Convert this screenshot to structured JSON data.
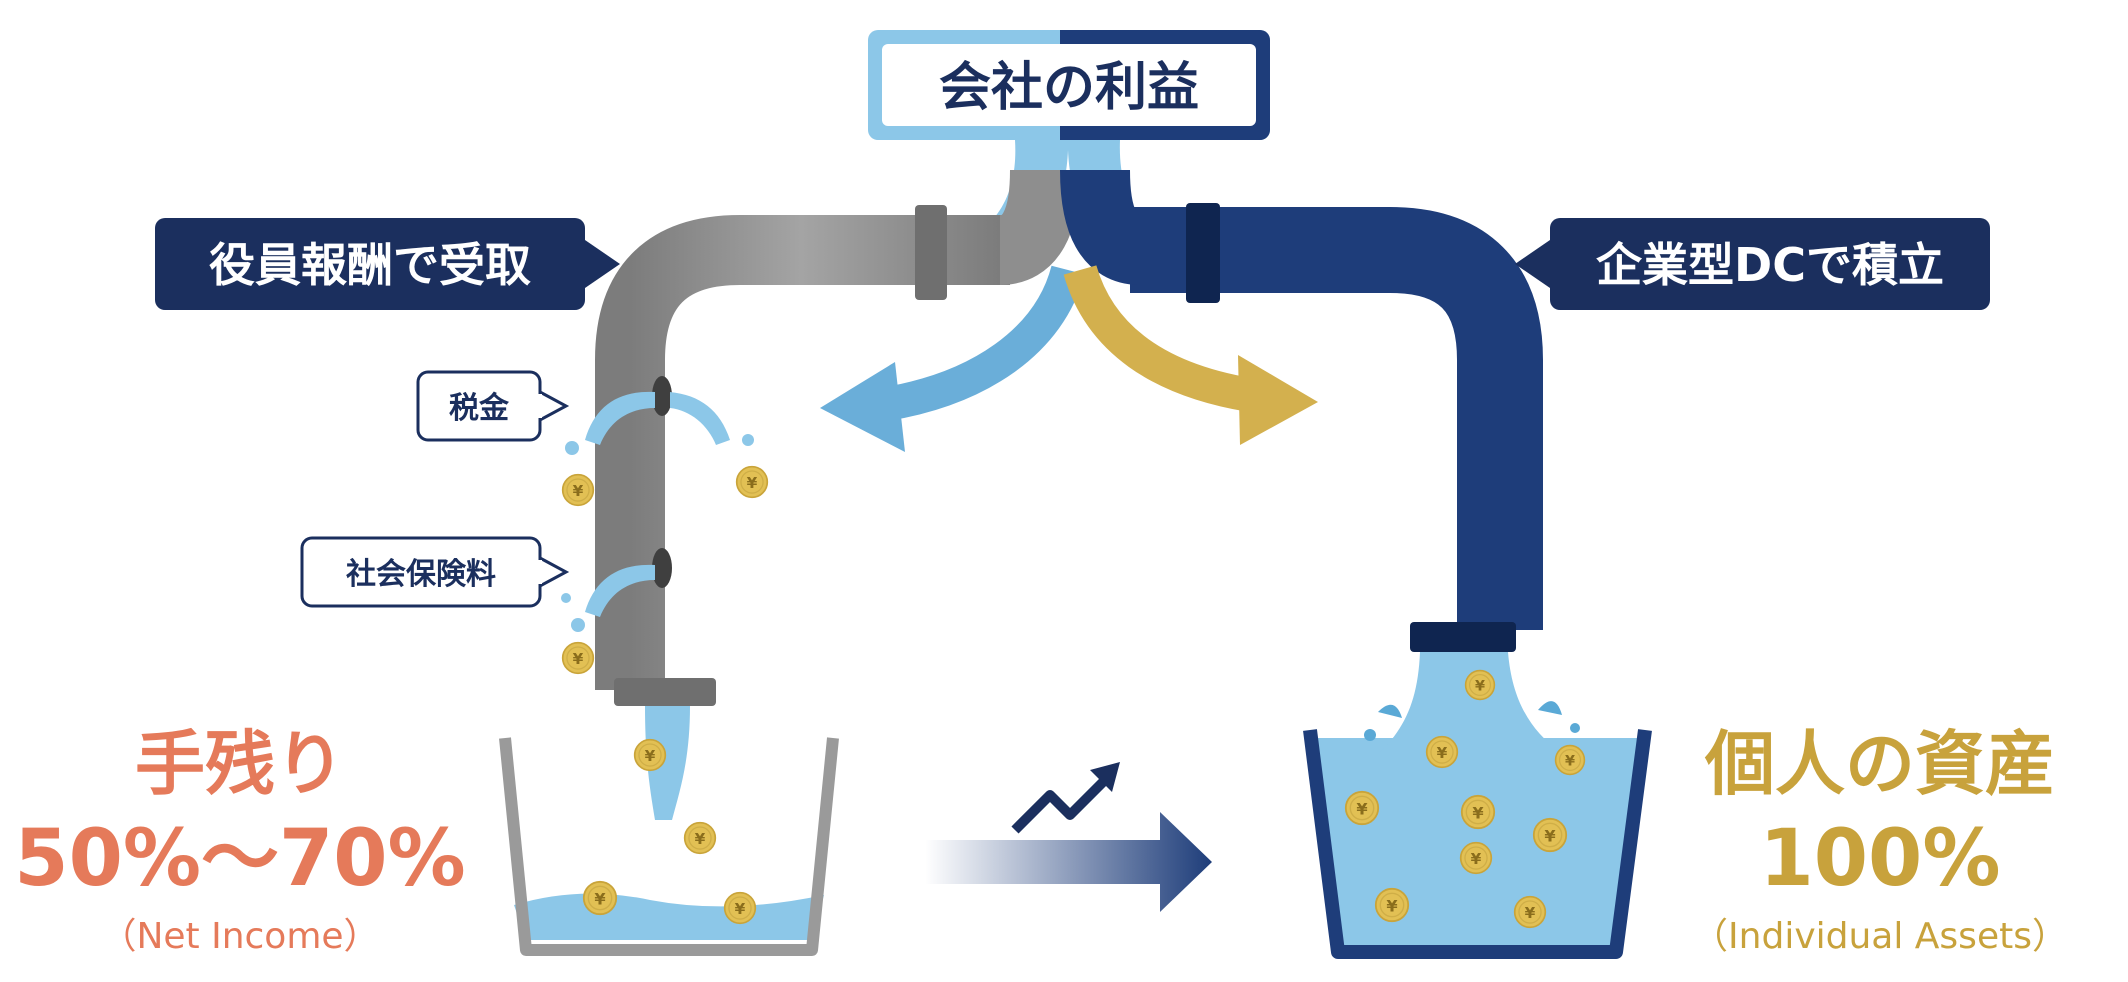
{
  "source": {
    "label": "会社の利益"
  },
  "left_route": {
    "label": "役員報酬で受取",
    "leaks": [
      {
        "label": "税金"
      },
      {
        "label": "社会保険料"
      }
    ],
    "result": {
      "title": "手残り",
      "value": "50%〜70%",
      "caption": "（Net Income）"
    }
  },
  "right_route": {
    "label": "企業型DCで積立",
    "result": {
      "title": "個人の資産",
      "value": "100%",
      "caption": "（Individual Assets）"
    }
  },
  "colors": {
    "water": "#8cc7e8",
    "water_dark": "#5aa9d6",
    "pipe_gray": "#8e8e8e",
    "pipe_navy": "#1e3d7a",
    "label_navy": "#1b2f5e",
    "coin": "#e2c054",
    "accent_orange": "#e57a5a",
    "accent_gold": "#c8a23c"
  },
  "icons": {
    "coin": "yen-coin-icon",
    "growth": "trend-up-icon",
    "split": "split-arrows-icon"
  }
}
